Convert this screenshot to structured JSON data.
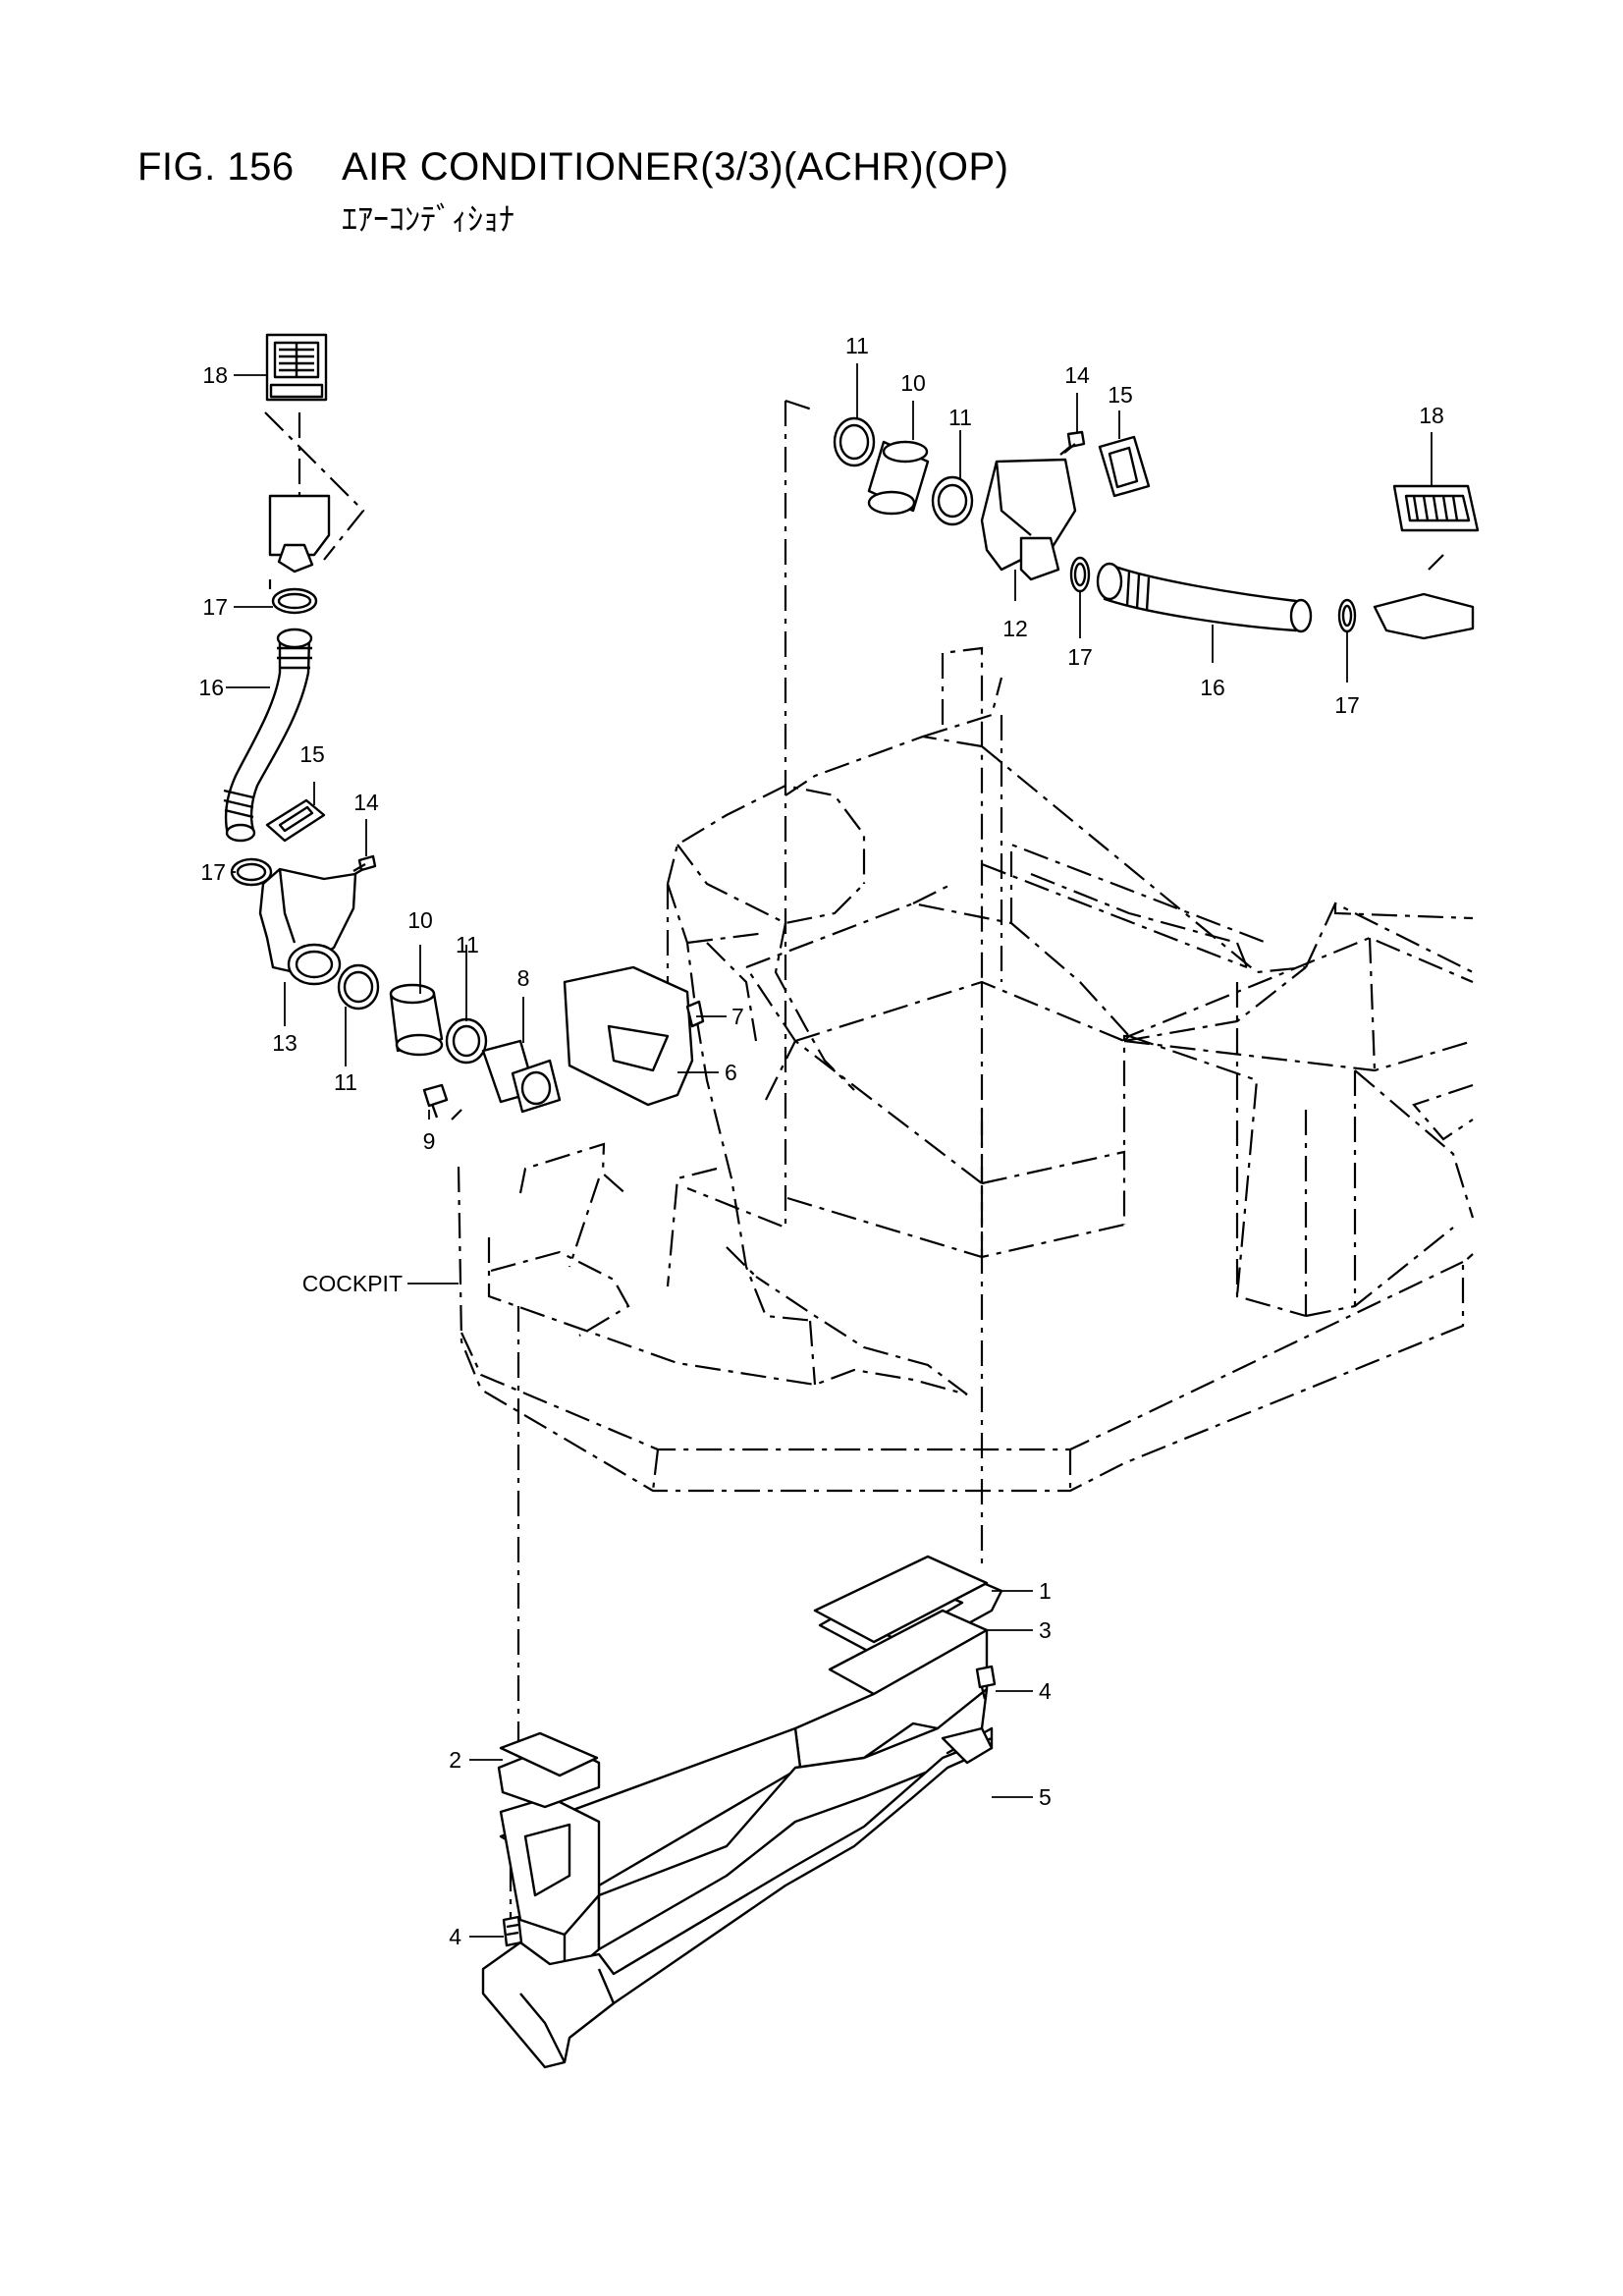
{
  "figure": {
    "number_label": "FIG. 156",
    "title": "AIR CONDITIONER(3/3)(ACHR)(OP)",
    "subtitle": "ｴｱｰｺﾝﾃﾞｨｼｮﾅ"
  },
  "callouts": {
    "c1": "1",
    "c2": "2",
    "c3": "3",
    "c4a": "4",
    "c4b": "4",
    "c5": "5",
    "c6": "6",
    "c7": "7",
    "c8": "8",
    "c9": "9",
    "c10a": "10",
    "c10b": "10",
    "c11a": "11",
    "c11b": "11",
    "c11c": "11",
    "c11d": "11",
    "c12": "12",
    "c13": "13",
    "c14a": "14",
    "c14b": "14",
    "c15a": "15",
    "c15b": "15",
    "c16a": "16",
    "c16b": "16",
    "c17a": "17",
    "c17b": "17",
    "c17c": "17",
    "c17d": "17",
    "c18a": "18",
    "c18b": "18",
    "cockpit": "COCKPIT"
  }
}
